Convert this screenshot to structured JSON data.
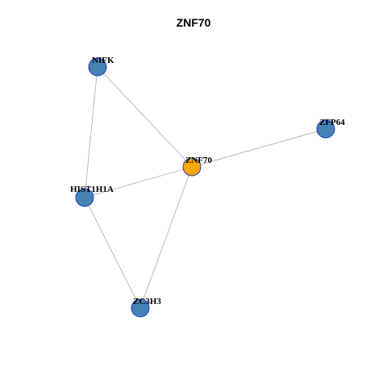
{
  "title": "ZNF70",
  "colors": {
    "edge": "#b3b3b3",
    "node_default": "#4682b4",
    "node_center": "#ffa500",
    "node_stroke": "#1f3fbf"
  },
  "nodes": [
    {
      "id": "NIFK",
      "label": "NIFK",
      "center": false
    },
    {
      "id": "ZFP64",
      "label": "ZFP64",
      "center": false
    },
    {
      "id": "ZNF70",
      "label": "ZNF70",
      "center": true
    },
    {
      "id": "HIST1H1A",
      "label": "HIST1H1A",
      "center": false
    },
    {
      "id": "ZC3H3",
      "label": "ZC3H3",
      "center": false
    }
  ],
  "edges": [
    [
      "NIFK",
      "ZNF70"
    ],
    [
      "NIFK",
      "HIST1H1A"
    ],
    [
      "ZNF70",
      "ZFP64"
    ],
    [
      "ZNF70",
      "HIST1H1A"
    ],
    [
      "ZNF70",
      "ZC3H3"
    ],
    [
      "HIST1H1A",
      "ZC3H3"
    ]
  ]
}
